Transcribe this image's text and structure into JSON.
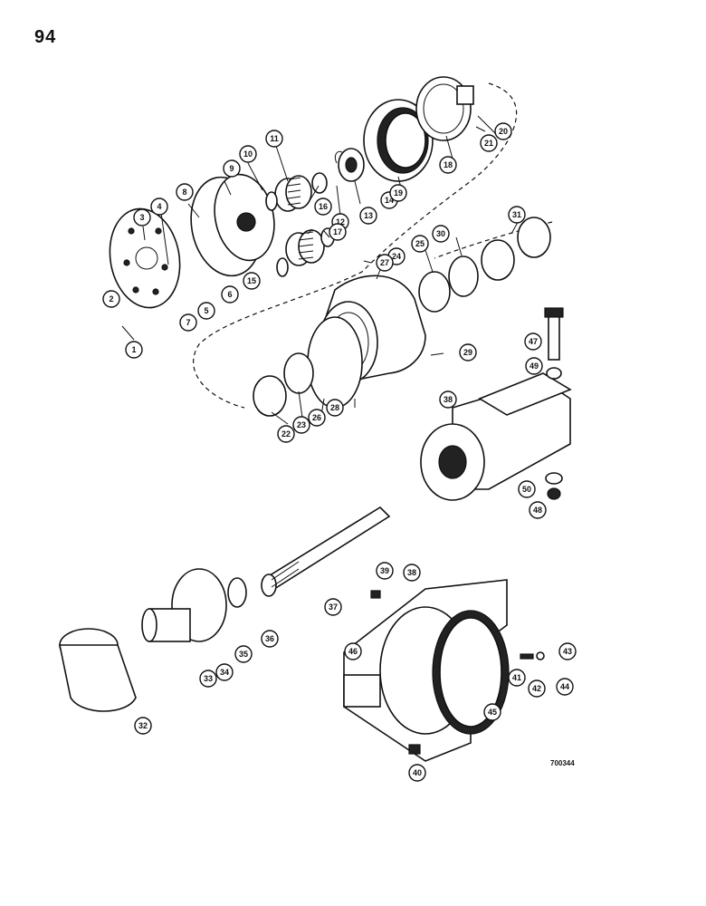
{
  "page_number": "94",
  "reference_code": "700344",
  "callouts": [
    {
      "label": "1"
    },
    {
      "label": "2"
    },
    {
      "label": "3"
    },
    {
      "label": "4"
    },
    {
      "label": "5"
    },
    {
      "label": "6"
    },
    {
      "label": "7"
    },
    {
      "label": "8"
    },
    {
      "label": "9"
    },
    {
      "label": "10"
    },
    {
      "label": "11"
    },
    {
      "label": "12"
    },
    {
      "label": "13"
    },
    {
      "label": "14"
    },
    {
      "label": "15"
    },
    {
      "label": "16"
    },
    {
      "label": "17"
    },
    {
      "label": "18"
    },
    {
      "label": "19"
    },
    {
      "label": "20"
    },
    {
      "label": "21"
    },
    {
      "label": "22"
    },
    {
      "label": "23"
    },
    {
      "label": "24"
    },
    {
      "label": "25"
    },
    {
      "label": "26"
    },
    {
      "label": "27"
    },
    {
      "label": "28"
    },
    {
      "label": "29"
    },
    {
      "label": "30"
    },
    {
      "label": "31"
    },
    {
      "label": "32"
    },
    {
      "label": "33"
    },
    {
      "label": "34"
    },
    {
      "label": "35"
    },
    {
      "label": "36"
    },
    {
      "label": "37"
    },
    {
      "label": "38"
    },
    {
      "label": "38"
    },
    {
      "label": "39"
    },
    {
      "label": "40"
    },
    {
      "label": "41"
    },
    {
      "label": "42"
    },
    {
      "label": "43"
    },
    {
      "label": "44"
    },
    {
      "label": "45"
    },
    {
      "label": "46"
    },
    {
      "label": "47"
    },
    {
      "label": "48"
    },
    {
      "label": "49"
    },
    {
      "label": "50"
    }
  ]
}
